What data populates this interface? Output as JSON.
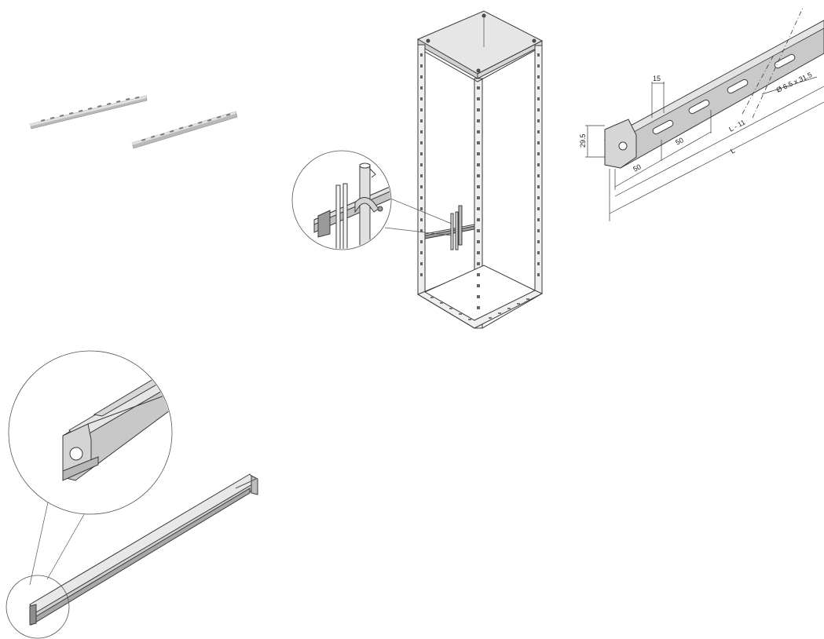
{
  "figure": {
    "dimensions": {
      "depth": "29.5",
      "offset": "15",
      "hole": "Ø 6.5 x 31.5",
      "pitch_a": "50",
      "pitch_b": "50",
      "inner_length": "L - 11",
      "length": "L"
    },
    "colors": {
      "rail": "#c9c9c9",
      "rail_dark": "#9a9a9a",
      "line": "#3a3a3a",
      "cabinet_top": "#e6e6e6"
    },
    "icons": [
      "mounting-rail-icon",
      "rack-cabinet-icon",
      "cable-clamp-icon",
      "rail-end-detail-icon"
    ]
  }
}
